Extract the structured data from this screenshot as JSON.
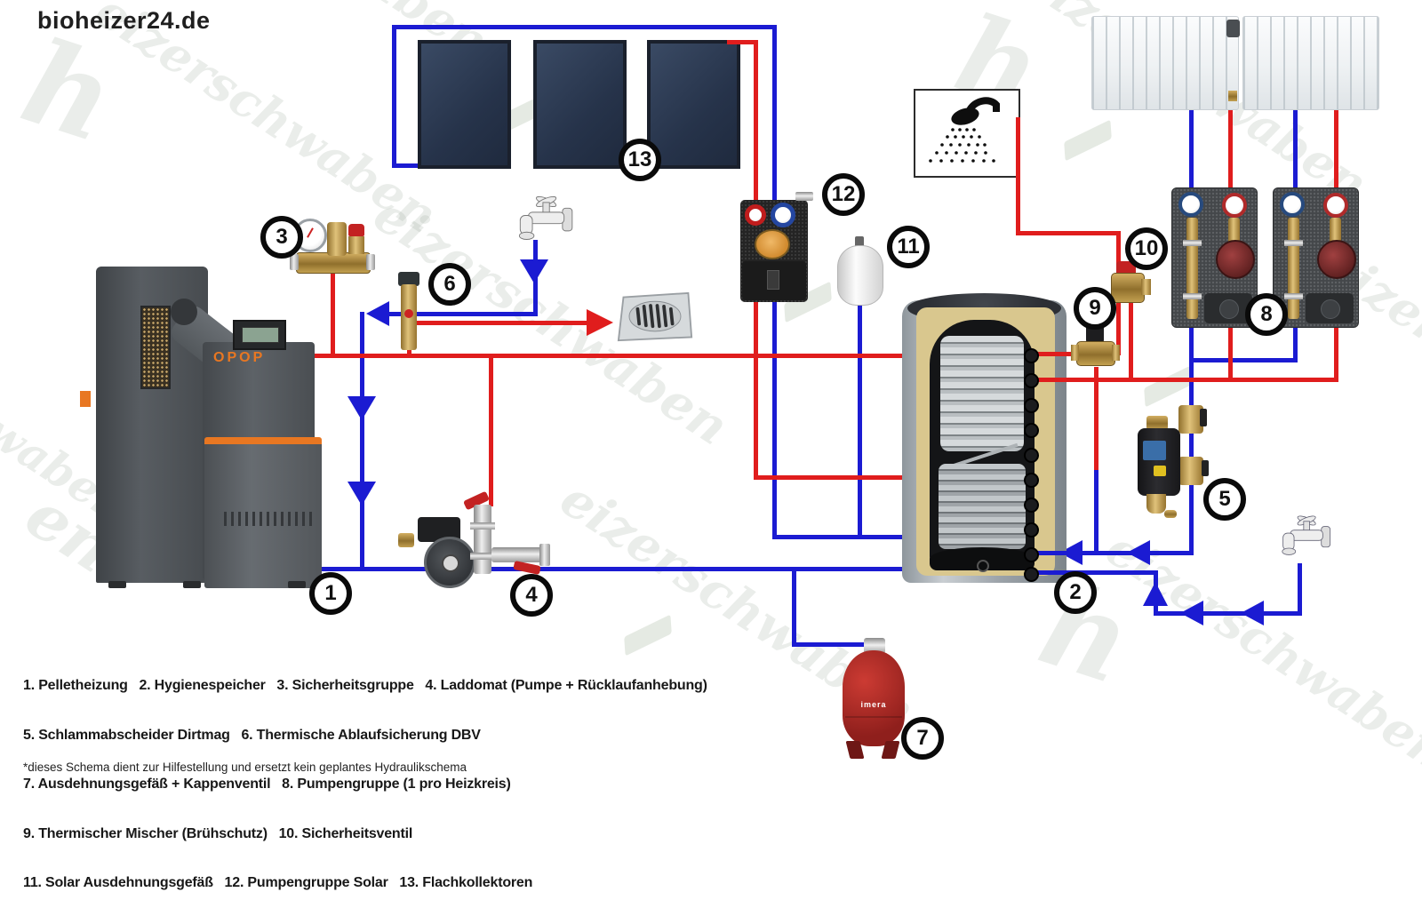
{
  "site": {
    "logo": "bioheizer24.de"
  },
  "watermark": {
    "full": "heizerschwaben",
    "tail": "eizerschwaben",
    "h": "h",
    "waben": "waben",
    "heizersch": "heizersch",
    "chwaben": "chwaben",
    "en": "en"
  },
  "boiler": {
    "brand": "OPOP"
  },
  "vessel7": {
    "brand": "imera"
  },
  "markers": [
    "1",
    "2",
    "3",
    "4",
    "5",
    "6",
    "7",
    "8",
    "9",
    "10",
    "11",
    "12",
    "13"
  ],
  "legend": {
    "lines": [
      "1. Pelletheizung   2. Hygienespeicher   3. Sicherheitsgruppe   4. Laddomat (Pumpe + Rücklaufanhebung)",
      "5. Schlammabscheider Dirtmag   6. Thermische Ablaufsicherung DBV",
      "7. Ausdehnungsgefäß + Kappenventil   8. Pumpengruppe (1 pro Heizkreis)",
      "9. Thermischer Mischer (Brühschutz)   10. Sicherheitsventil",
      "11. Solar Ausdehnungsgefäß   12. Pumpengruppe Solar   13. Flachkollektoren"
    ],
    "footnote": "*dieses Schema dient zur Hilfestellung und ersetzt kein geplantes Hydraulikschema"
  },
  "colors": {
    "pipe_hot": "#e01d1d",
    "pipe_cold": "#1b1bd2",
    "accent_orange": "#e87722"
  }
}
